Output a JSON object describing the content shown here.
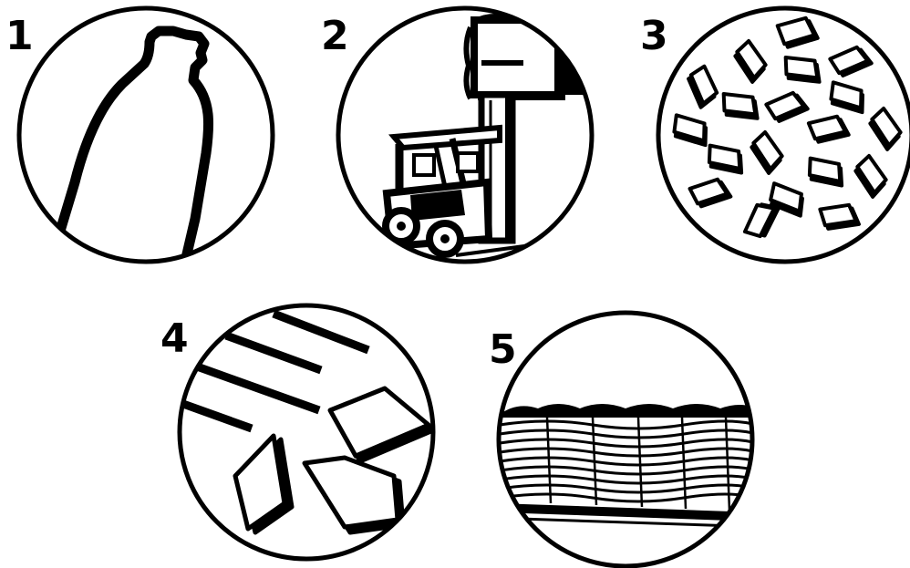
{
  "steps": [
    {
      "number": "1"
    },
    {
      "number": "2"
    },
    {
      "number": "3"
    },
    {
      "number": "4"
    },
    {
      "number": "5"
    }
  ],
  "colors": {
    "ink": "#000000",
    "paper": "#ffffff"
  }
}
